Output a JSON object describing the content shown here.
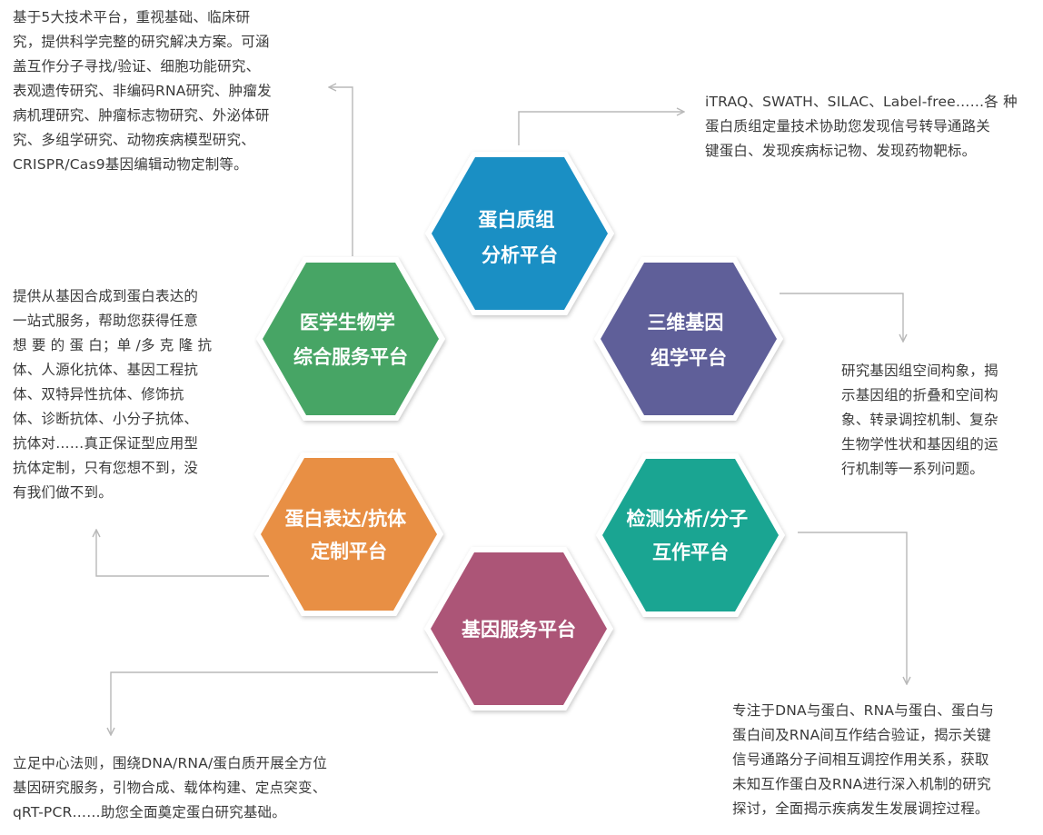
{
  "colors": {
    "proteomics": "#1a8fc4",
    "genome_3d": "#5f5f99",
    "detection": "#1aa592",
    "gene_service": "#ac5577",
    "protein_expression": "#e88f44",
    "medical": "#47a565",
    "connector": "#b8b8b8",
    "text": "#3a3a3a"
  },
  "platforms": [
    {
      "id": "proteomics",
      "lines": [
        "蛋白质组",
        "分析平台"
      ]
    },
    {
      "id": "genome_3d",
      "lines": [
        "三维基因",
        "组学平台"
      ]
    },
    {
      "id": "detection",
      "lines": [
        "检测分析/分子",
        "互作平台"
      ]
    },
    {
      "id": "gene_service",
      "lines": [
        "基因服务平台"
      ]
    },
    {
      "id": "protein_expression",
      "lines": [
        "蛋白表达/抗体",
        "定制平台"
      ]
    },
    {
      "id": "medical",
      "lines": [
        "医学生物学",
        "综合服务平台"
      ]
    }
  ],
  "descriptions": {
    "top_left": [
      "基于5大技术平台，重视基础、临床研",
      "究，提供科学完整的研究解决方案。可涵",
      "盖互作分子寻找/验证、细胞功能研究、",
      "表观遗传研究、非编码RNA研究、肿瘤发",
      "病机理研究、肿瘤标志物研究、外泌体研",
      "究、多组学研究、动物疾病模型研究、",
      "CRISPR/Cas9基因编辑动物定制等。"
    ],
    "top_right": [
      "iTRAQ、SWATH、SILAC、Label-free……各 种",
      "蛋白质组定量技术协助您发现信号转导通路关",
      "键蛋白、发现疾病标记物、发现药物靶标。"
    ],
    "mid_left": [
      "提供从基因合成到蛋白表达的",
      "一站式服务，帮助您获得任意",
      "想 要 的 蛋 白；单 /多 克 隆 抗",
      "体、人源化抗体、基因工程抗",
      "体、双特异性抗体、修饰抗",
      "体、诊断抗体、小分子抗体、",
      "抗体对……真正保证型应用型",
      "抗体定制，只有您想不到，没",
      "有我们做不到。"
    ],
    "mid_right": [
      "研究基因组空间构象，揭",
      "示基因组的折叠和空间构",
      "象、转录调控机制、复杂",
      "生物学性状和基因组的运",
      "行机制等一系列问题。"
    ],
    "bottom_left": [
      "立足中心法则，围绕DNA/RNA/蛋白质开展全方位",
      "基因研究服务，引物合成、载体构建、定点突变、",
      "qRT-PCR……助您全面奠定蛋白研究基础。"
    ],
    "bottom_right": [
      "专注于DNA与蛋白、RNA与蛋白、蛋白与",
      "蛋白间及RNA间互作结合验证，揭示关键",
      "信号通路分子间相互调控作用关系，获取",
      "未知互作蛋白及RNA进行深入机制的研究",
      "探讨，全面揭示疾病发生发展调控过程。"
    ]
  }
}
